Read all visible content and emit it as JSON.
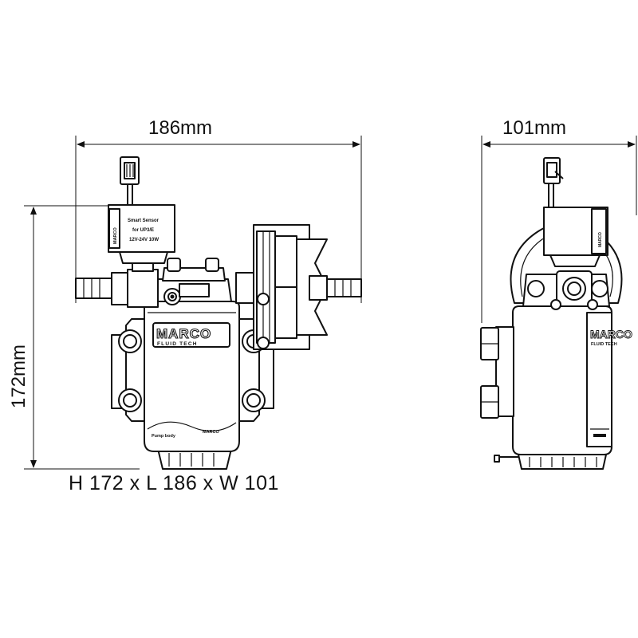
{
  "dimensions": {
    "front_width_label": "186mm",
    "side_width_label": "101mm",
    "height_label": "172mm",
    "summary": "H 172 x L 186 x W 101"
  },
  "sensor_box": {
    "line1": "Smart Sensor",
    "line2": "for UP3/E",
    "line3": "12V-24V 10W",
    "side_label": "MARCO"
  },
  "pump_body": {
    "brand_line1": "MARCO",
    "brand_line2": "FLUID TECH",
    "label_left": "Pump body",
    "label_right": "MARCO"
  },
  "side_view": {
    "brand_line1": "MARCO",
    "brand_line2": "FLUID TECH"
  }
}
